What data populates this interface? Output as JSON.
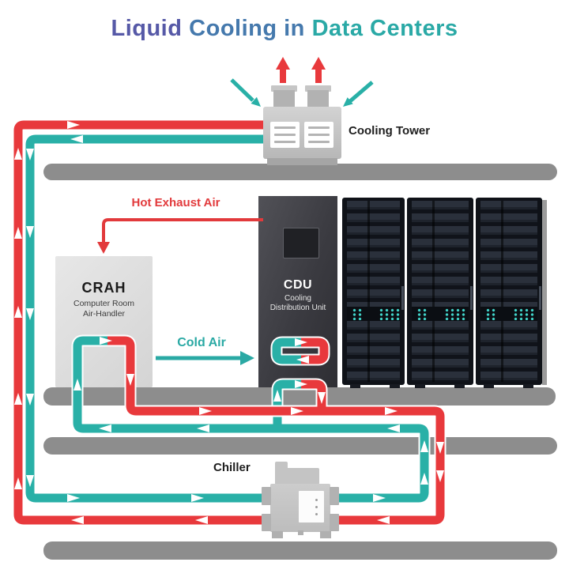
{
  "title": {
    "word1": "Liquid",
    "word2": "Cooling in",
    "word3": "Data Centers"
  },
  "cooling_tower": {
    "label": "Cooling Tower"
  },
  "crah": {
    "abbr": "CRAH",
    "full1": "Computer Room",
    "full2": "Air-Handler"
  },
  "cdu": {
    "abbr": "CDU",
    "full1": "Cooling",
    "full2": "Distribution Unit"
  },
  "chiller": {
    "label": "Chiller"
  },
  "airflow": {
    "hot": "Hot Exhaust Air",
    "cold": "Cold Air"
  },
  "server_racks": {
    "count": 3
  },
  "colors": {
    "hot_loop": "#e8393c",
    "cold_loop": "#29b0a7",
    "title_blue": "#5659a7",
    "title_mid": "#4579ad",
    "title_teal": "#2aa9a6",
    "floor_gray": "#8d8d8d"
  }
}
